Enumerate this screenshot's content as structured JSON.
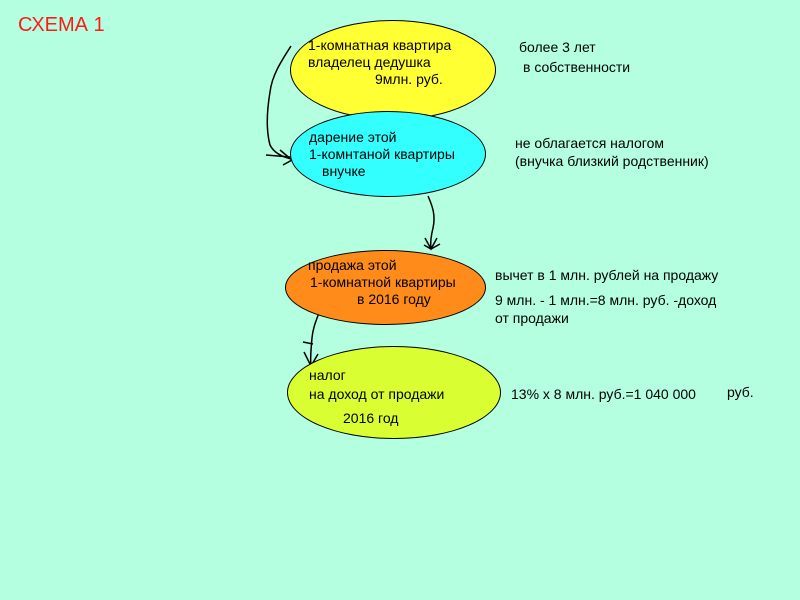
{
  "title": "СХЕМА 1",
  "nodes": {
    "n1": {
      "line1": "1-комнатная квартира",
      "line2": "владелец дедушка",
      "line3": "9млн. руб."
    },
    "n2": {
      "line1": "дарение этой",
      "line2": "1-комнтаной квартиры",
      "line3": "внучке"
    },
    "n3": {
      "line1": "продажа этой",
      "line2": "1-комнатной квартиры",
      "line3": "в 2016 году"
    },
    "n4": {
      "line1": "налог",
      "line2": "на доход от продажи",
      "line3": "2016 год"
    }
  },
  "notes": {
    "n1_a": "более 3 лет",
    "n1_b": "в собственности",
    "n2_a": "не облагается налогом",
    "n2_b": "(внучка близкий родственник)",
    "n3_a": "вычет в 1 млн. рублей на продажу",
    "n3_b": "9 млн. - 1 млн.=8 млн. руб. -доход",
    "n3_c": "от продажи",
    "n4_a": "13% х 8 млн. руб.=1 040 000",
    "n4_b": "руб."
  },
  "colors": {
    "background": "#b3ffe0",
    "node1": "#ffff33",
    "node2": "#33ffff",
    "node3": "#ff8c1a",
    "node4": "#d9ff33",
    "title": "#ff1a1a"
  }
}
